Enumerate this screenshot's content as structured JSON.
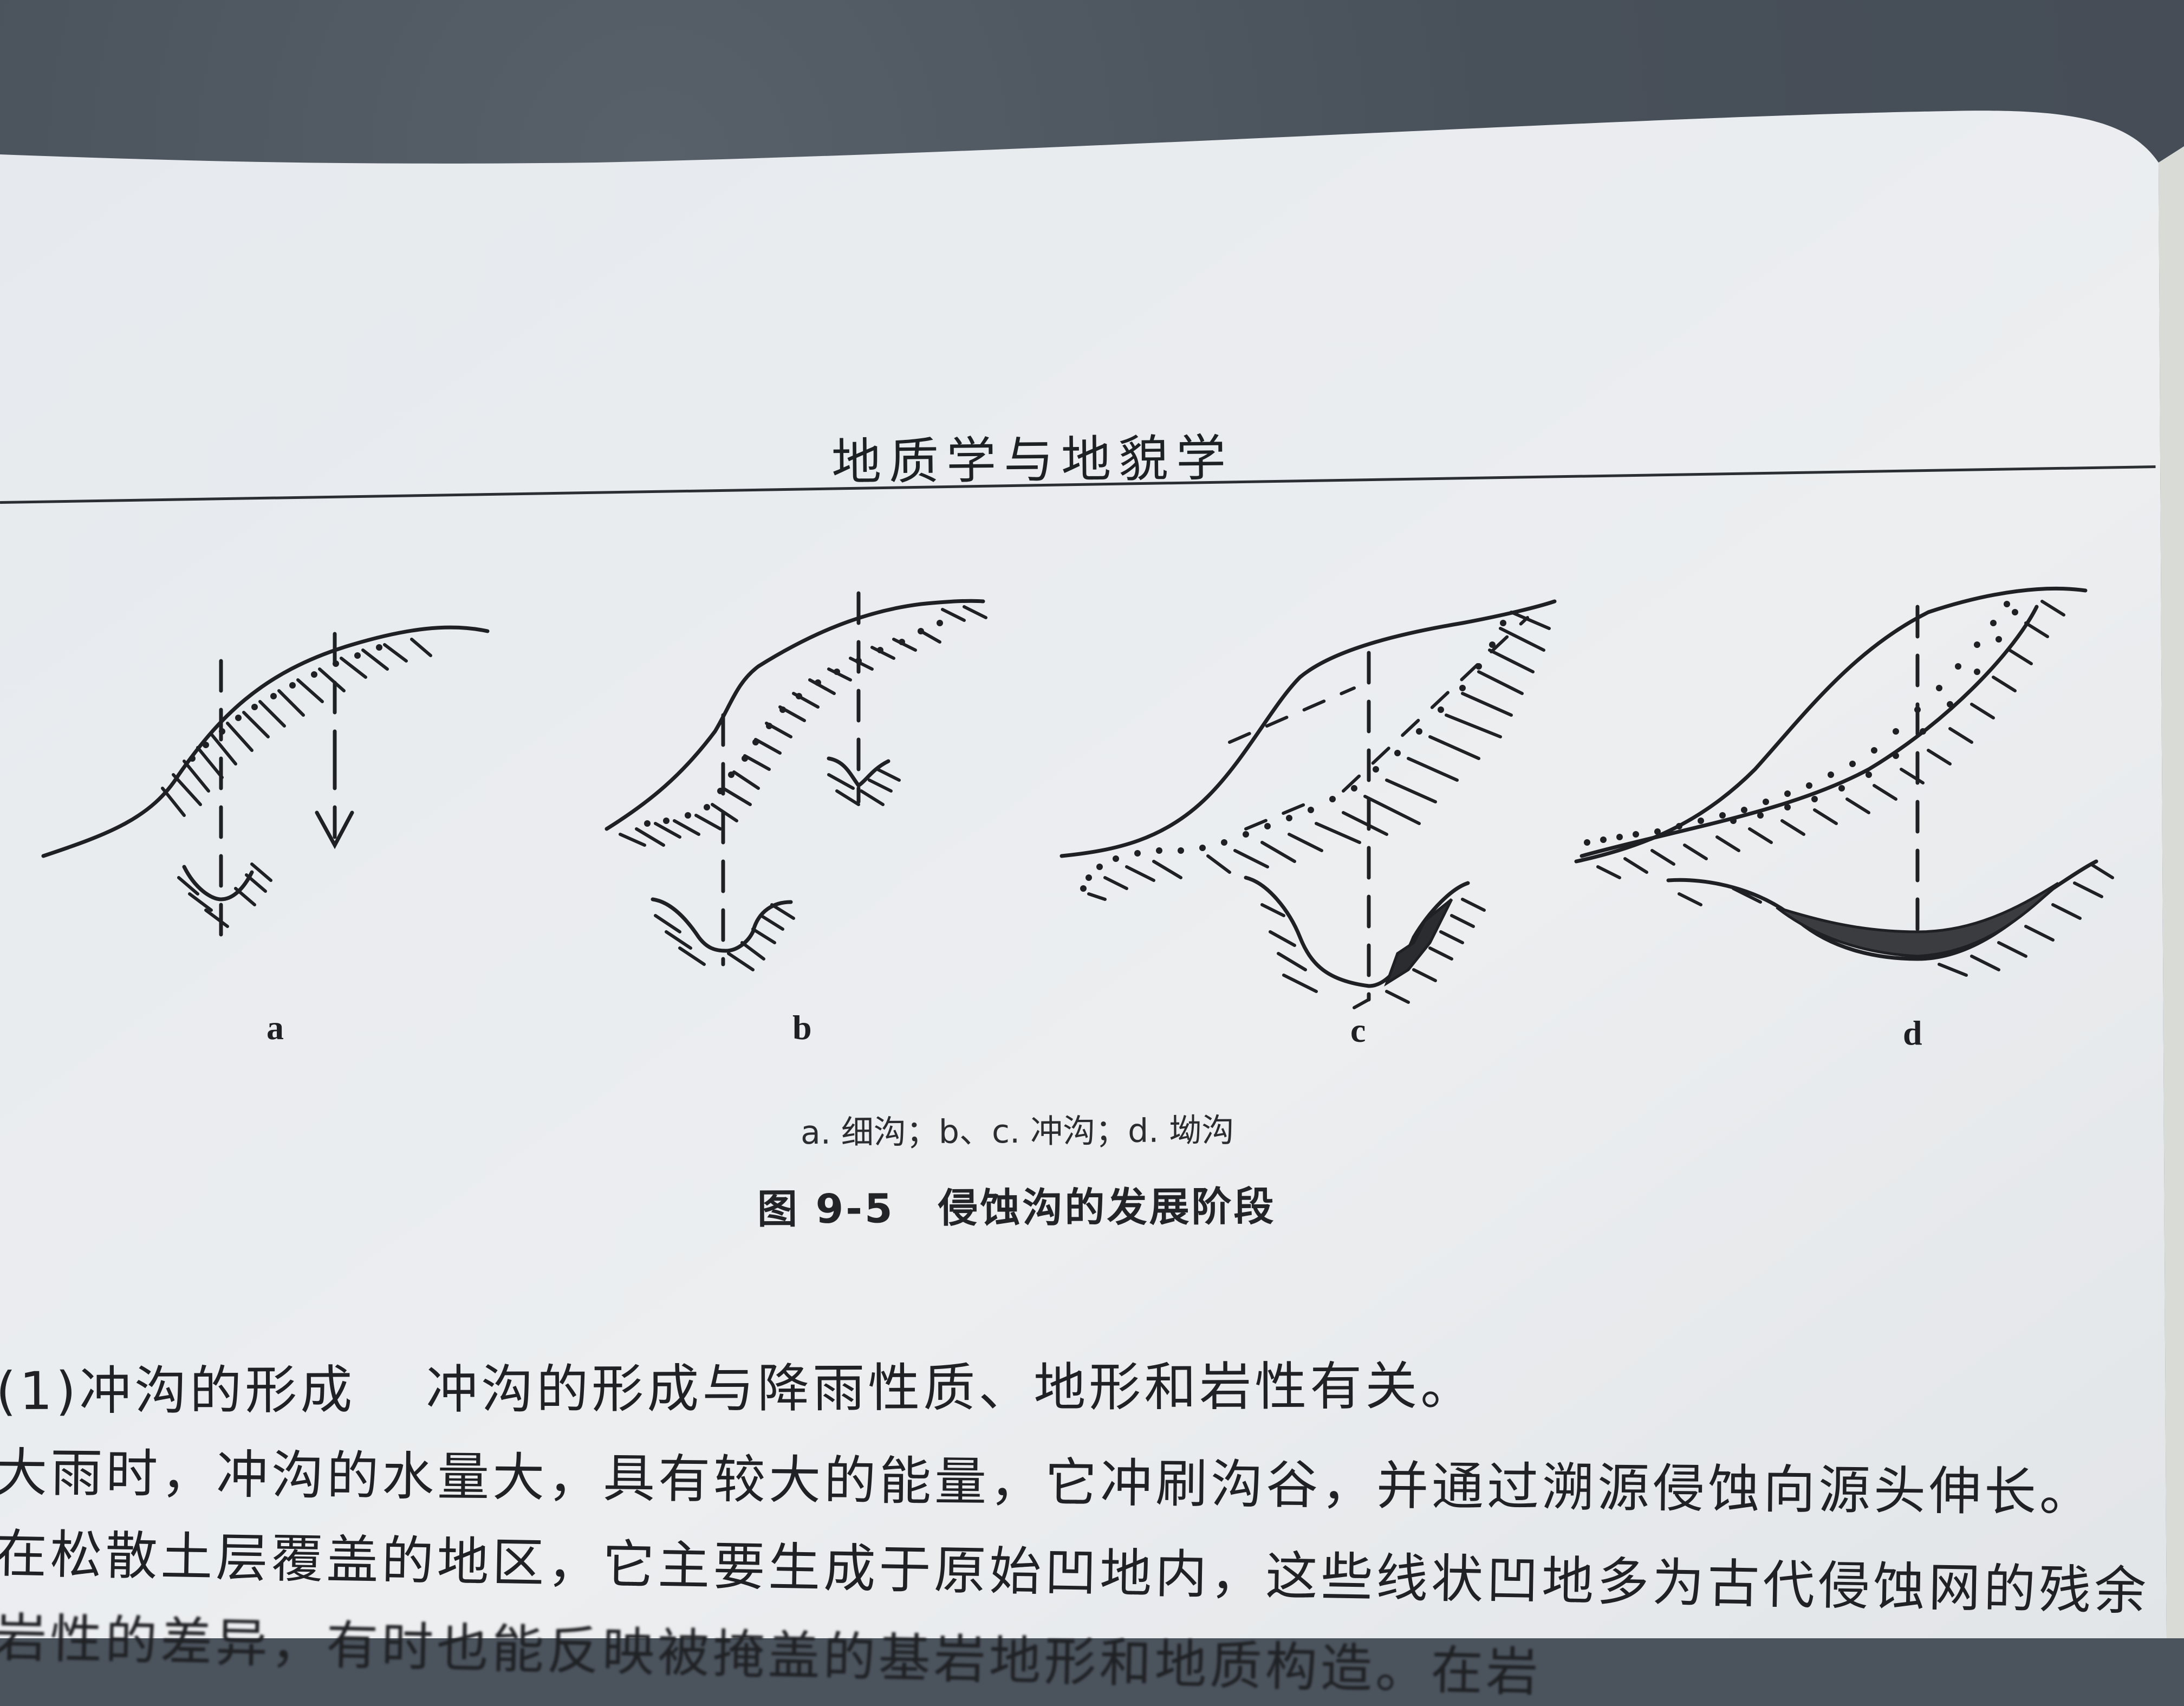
{
  "running_head": "地质学与地貌学",
  "figure": {
    "panels": [
      {
        "id": "a",
        "label": "a"
      },
      {
        "id": "b",
        "label": "b"
      },
      {
        "id": "c",
        "label": "c"
      },
      {
        "id": "d",
        "label": "d"
      }
    ],
    "legend": "a. 细沟；b、c. 冲沟；d. 坳沟",
    "number": "图 9-5",
    "title": "侵蚀沟的发展阶段"
  },
  "body": {
    "lines": [
      {
        "heading": "(1)冲沟的形成",
        "text": "冲沟的形成与降雨性质、地形和岩性有关。"
      },
      {
        "text": "大雨时，冲沟的水量大，具有较大的能量，它冲刷沟谷，并通过溯源侵蚀向源头伸长。"
      },
      {
        "text": "在松散土层覆盖的地区，它主要生成于原始凹地内，这些线状凹地多为古代侵蚀网的残余"
      },
      {
        "text": "岩性的差异，有时也能反映被掩盖的基岩地形和地质构造。在岩"
      }
    ]
  },
  "colors": {
    "background": "#4b535d",
    "paper": "#e9ecef",
    "ink": "#1f2124"
  }
}
